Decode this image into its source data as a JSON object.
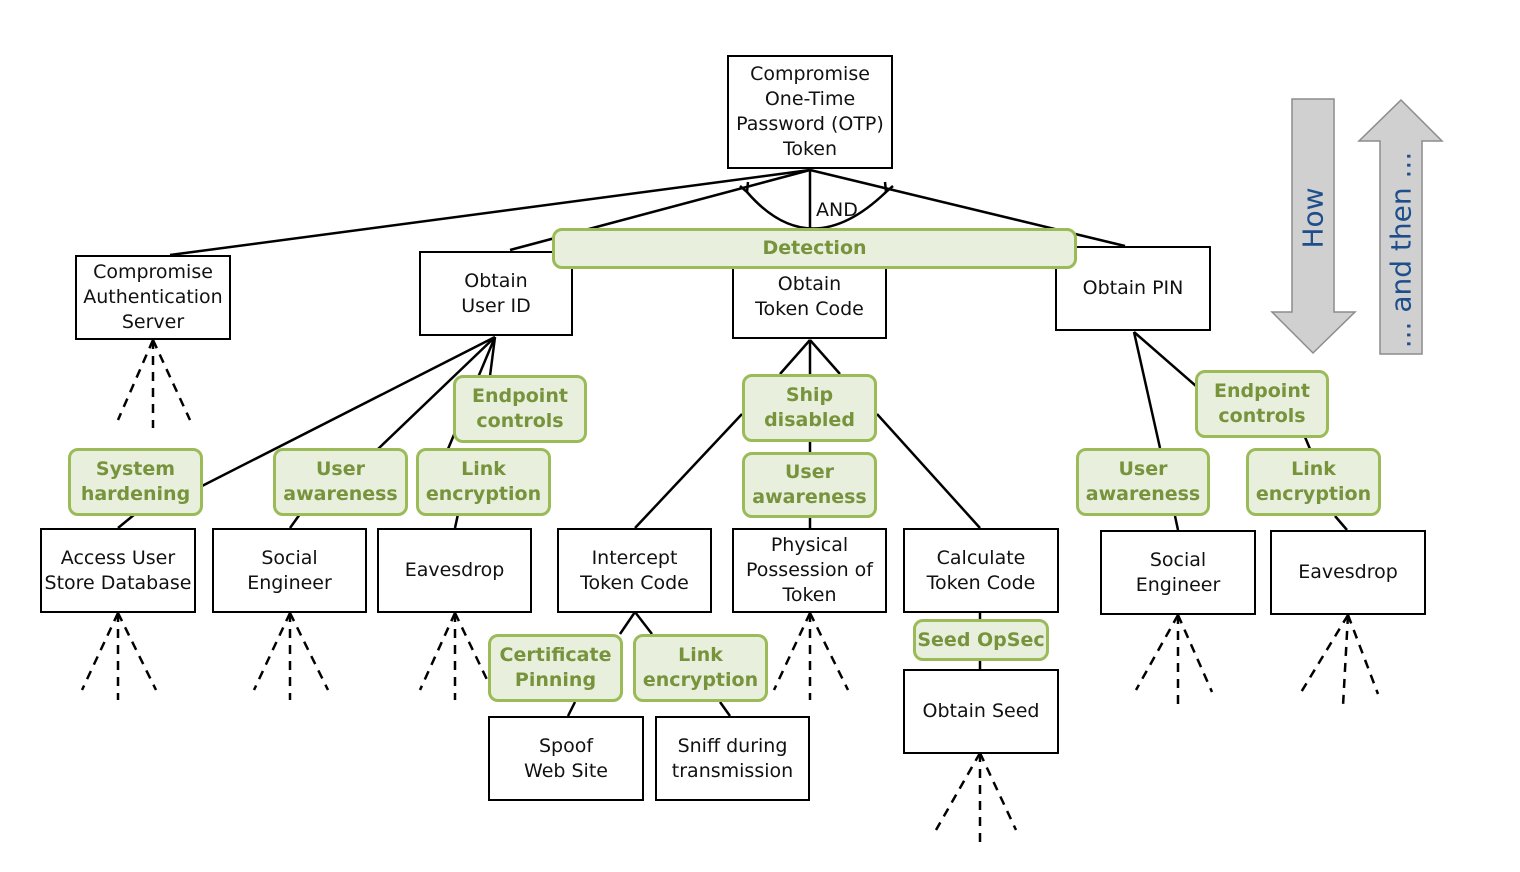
{
  "colors": {
    "box_border": "#000000",
    "control_fill": "#e8efdc",
    "control_border": "#9bbb59",
    "control_text": "#77933c",
    "arrow_fill": "#d0d0d0",
    "arrow_text": "#1f4e8c"
  },
  "root": "Compromise\nOne-Time\nPassword (OTP)\nToken",
  "and_label": "AND",
  "nodes": {
    "auth_server": "Compromise\nAuthentication\nServer",
    "user_id": "Obtain\nUser ID",
    "token_code": "Obtain\nToken Code",
    "pin": "Obtain PIN",
    "access_db": "Access User\nStore Database",
    "social_engineer_1": "Social\nEngineer",
    "eavesdrop_1": "Eavesdrop",
    "intercept": "Intercept\nToken Code",
    "physical": "Physical\nPossession of\nToken",
    "calculate": "Calculate\nToken Code",
    "social_engineer_2": "Social\nEngineer",
    "eavesdrop_2": "Eavesdrop",
    "spoof": "Spoof\nWeb Site",
    "sniff": "Sniff during\ntransmission",
    "obtain_seed": "Obtain Seed"
  },
  "controls": {
    "detection": "Detection",
    "endpoint_1": "Endpoint\ncontrols",
    "system_hardening": "System\nhardening",
    "user_awareness_1": "User\nawareness",
    "link_encryption_1": "Link\nencryption",
    "ship_disabled": "Ship\ndisabled",
    "user_awareness_2": "User\nawareness",
    "endpoint_2": "Endpoint\ncontrols",
    "user_awareness_3": "User\nawareness",
    "link_encryption_2": "Link\nencryption",
    "certificate_pinning": "Certificate\nPinning",
    "link_encryption_3": "Link\nencryption",
    "seed_opsec": "Seed OpSec"
  },
  "arrows": {
    "down": "How",
    "up": "... and then ..."
  }
}
